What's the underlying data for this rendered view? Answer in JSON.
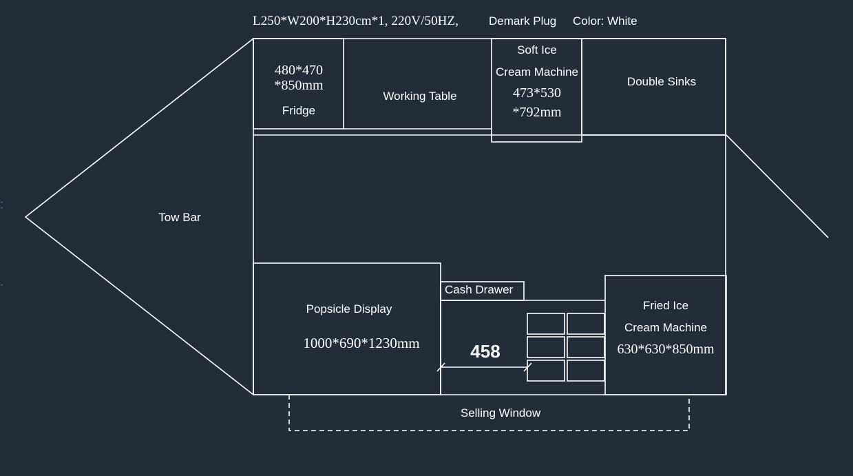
{
  "background_color": "#232d38",
  "line_color": "#ffffff",
  "title": {
    "dimensions": "L250*W200*H230cm*1, 220V/50HZ,",
    "plug": "Demark Plug",
    "color_spec": "Color: White"
  },
  "equipment": {
    "fridge": {
      "name": "Fridge",
      "dim_line1": "480*470",
      "dim_line2": "*850mm"
    },
    "working_table": {
      "name": "Working Table"
    },
    "soft_ice_cream_machine": {
      "name_line1": "Soft Ice",
      "name_line2": "Cream Machine",
      "dim_line1": "473*530",
      "dim_line2": "*792mm"
    },
    "double_sinks": {
      "name": "Double Sinks"
    },
    "tow_bar": {
      "name": "Tow Bar"
    },
    "popsicle_display": {
      "name": "Popsicle Display",
      "dimensions": "1000*690*1230mm"
    },
    "cash_drawer": {
      "name": "Cash Drawer"
    },
    "fried_ice_cream_machine": {
      "name_line1": "Fried Ice",
      "name_line2": "Cream Machine",
      "dimensions": "630*630*850mm"
    },
    "selling_window": {
      "name": "Selling Window"
    }
  },
  "dimensions_callout": {
    "width_458": "458"
  },
  "chart_data": {
    "type": "table",
    "title": "Food Trailer Equipment Floor Plan",
    "categories": [
      "Fridge",
      "Working Table",
      "Soft Ice Cream Machine",
      "Double Sinks",
      "Tow Bar",
      "Popsicle Display",
      "Cash Drawer",
      "Fried Ice Cream Machine",
      "Selling Window"
    ],
    "values": [
      "480*470*850mm",
      "",
      "473*530*792mm",
      "",
      "",
      "1000*690*1230mm",
      "458",
      "630*630*850mm",
      ""
    ]
  }
}
